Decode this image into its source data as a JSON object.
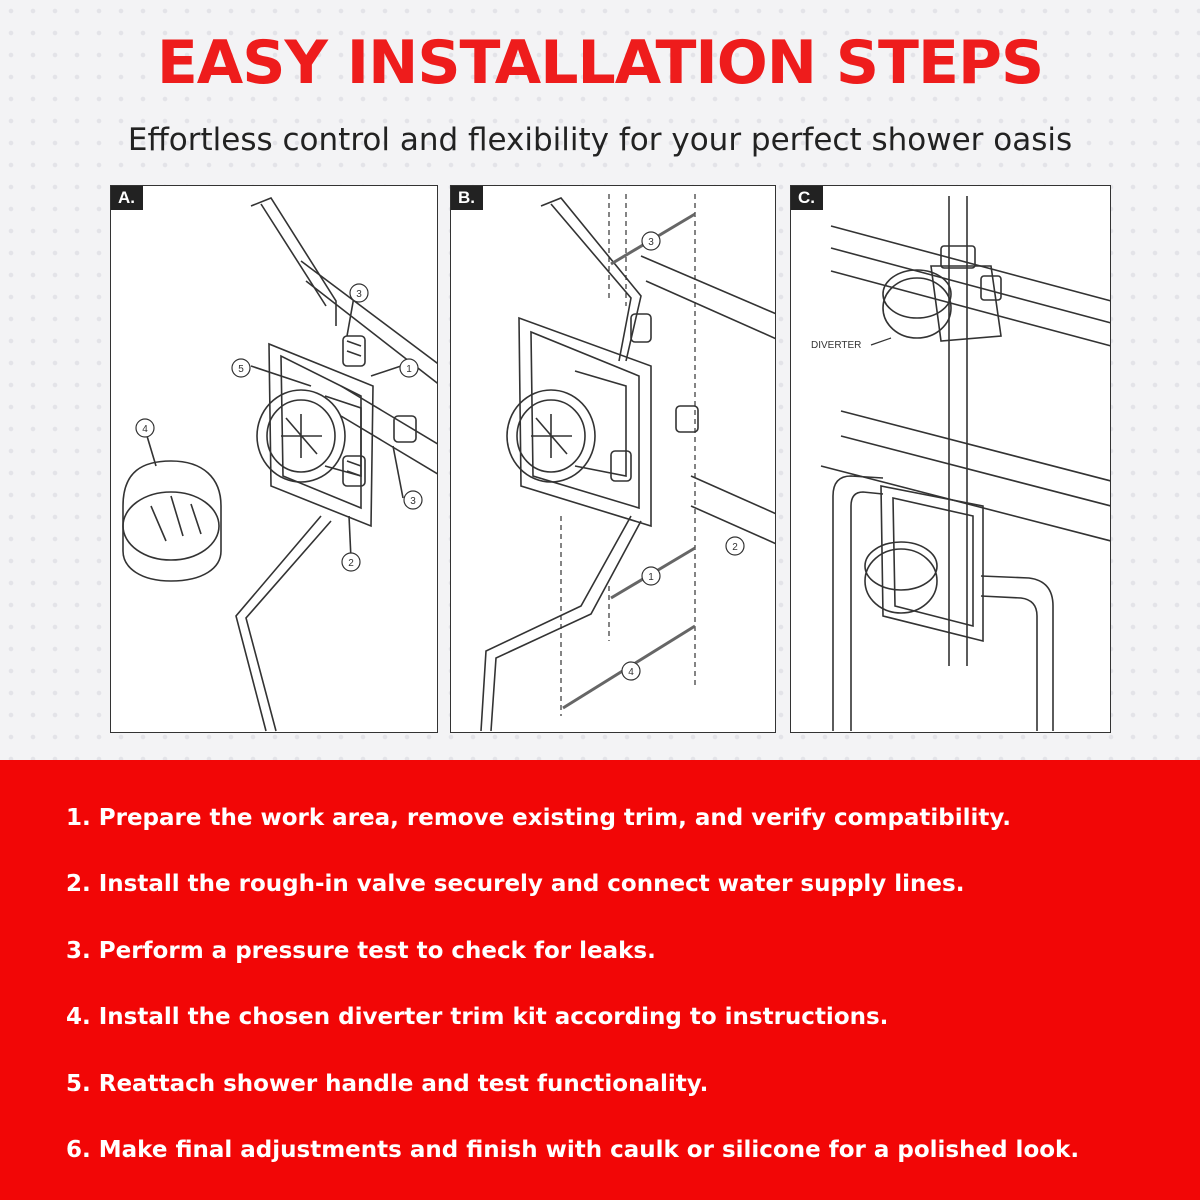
{
  "header": {
    "title": "EASY INSTALLATION STEPS",
    "subtitle": "Effortless control and flexibility for your perfect shower oasis"
  },
  "panels": [
    {
      "label": "A.",
      "callouts": [
        "1",
        "2",
        "3",
        "3",
        "4",
        "5"
      ]
    },
    {
      "label": "B.",
      "callouts": [
        "1",
        "2",
        "3",
        "4"
      ]
    },
    {
      "label": "C.",
      "callouts": [
        "DIVERTER"
      ]
    }
  ],
  "steps": [
    "1. Prepare the work area, remove existing trim, and verify compatibility.",
    "2. Install the rough-in valve securely and connect water supply lines.",
    "3. Perform a pressure test to check for leaks.",
    "4. Install the chosen diverter trim kit according to instructions.",
    "5. Reattach shower handle and test functionality.",
    "6. Make final adjustments and finish with caulk or silicone for a polished look."
  ],
  "colors": {
    "accent_red": "#ee1c1c",
    "band_red": "#f20606",
    "label_bg": "#222222"
  }
}
